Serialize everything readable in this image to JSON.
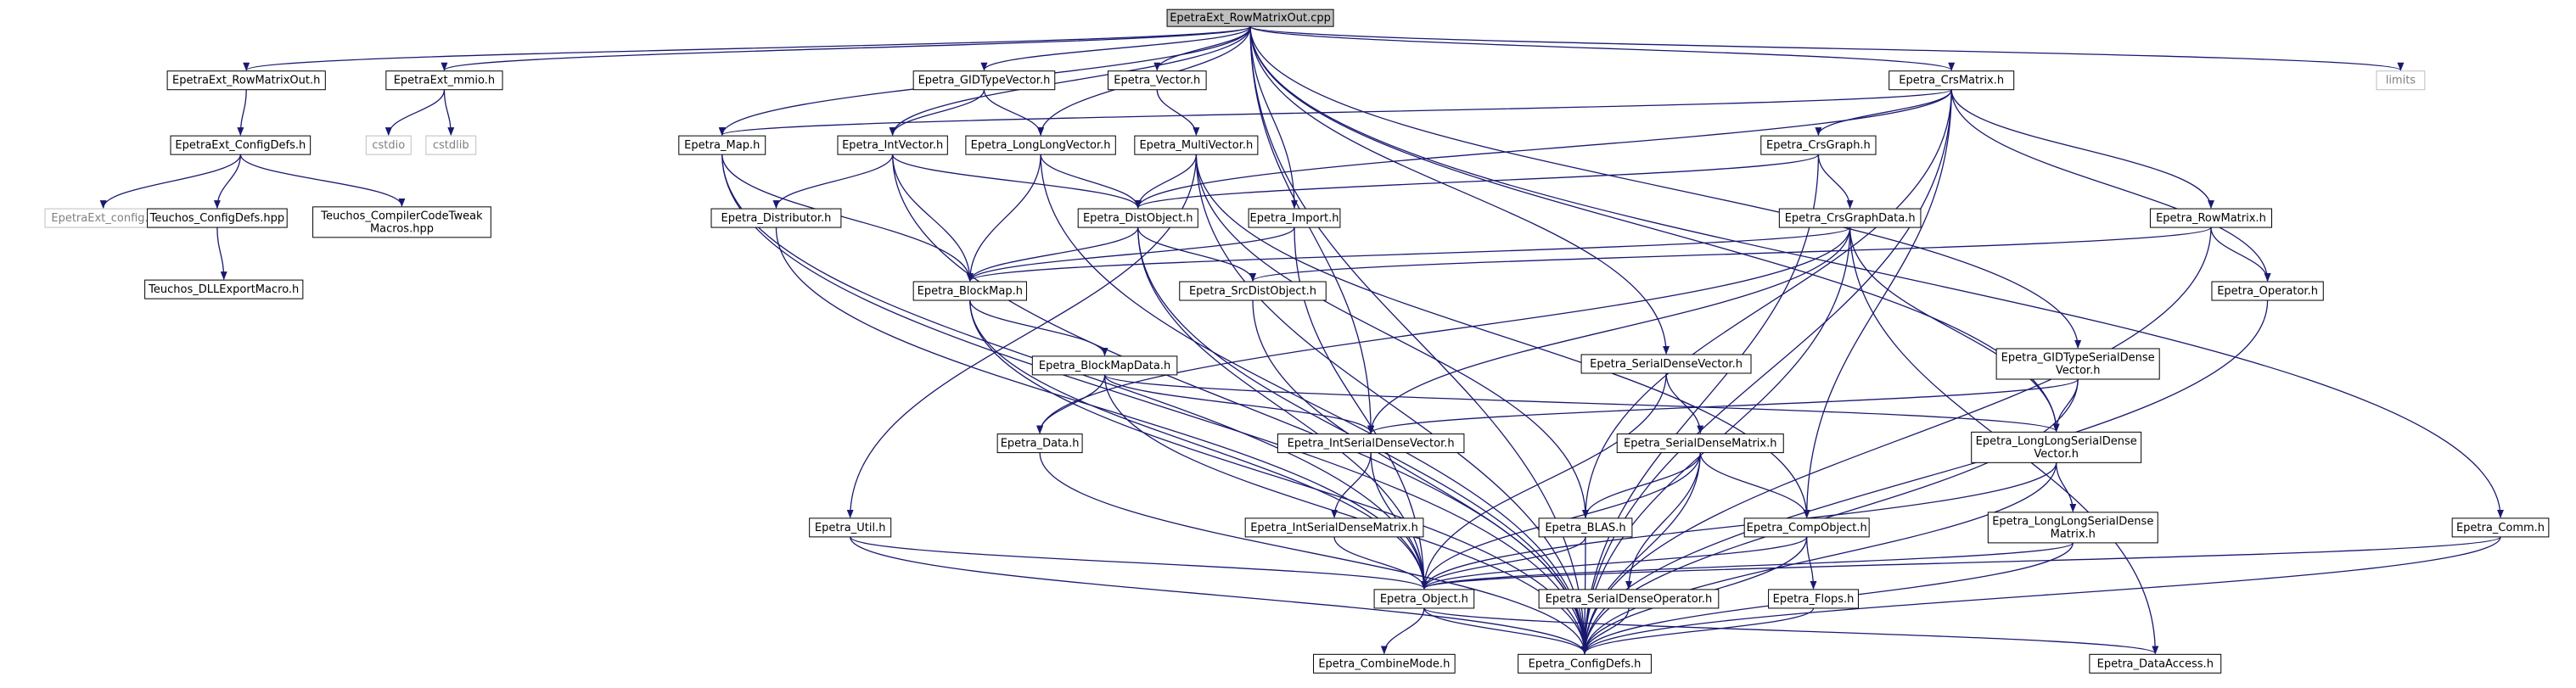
{
  "title": "EpetraExt_RowMatrixOut.cpp",
  "colors": {
    "root_fill": "#bfbfbf",
    "node_fill": "#ffffff",
    "node_border": "#000000",
    "ext_border": "#bfbfbf",
    "ext_text": "#7f7f7f",
    "edge": "#191970"
  },
  "nodes": [
    {
      "id": "root",
      "label": [
        "EpetraExt_RowMatrixOut.cpp"
      ],
      "kind": "root"
    },
    {
      "id": "rmo_h",
      "label": [
        "EpetraExt_RowMatrixOut.h"
      ],
      "kind": "file"
    },
    {
      "id": "mmio",
      "label": [
        "EpetraExt_mmio.h"
      ],
      "kind": "file"
    },
    {
      "id": "gidvec",
      "label": [
        "Epetra_GIDTypeVector.h"
      ],
      "kind": "file"
    },
    {
      "id": "vector",
      "label": [
        "Epetra_Vector.h"
      ],
      "kind": "file"
    },
    {
      "id": "crsmatrix",
      "label": [
        "Epetra_CrsMatrix.h"
      ],
      "kind": "file"
    },
    {
      "id": "limits",
      "label": [
        "limits"
      ],
      "kind": "external"
    },
    {
      "id": "cstdio",
      "label": [
        "cstdio"
      ],
      "kind": "external"
    },
    {
      "id": "cstdlib",
      "label": [
        "cstdlib"
      ],
      "kind": "external"
    },
    {
      "id": "eext_config",
      "label": [
        "EpetraExt_ConfigDefs.h"
      ],
      "kind": "file"
    },
    {
      "id": "map",
      "label": [
        "Epetra_Map.h"
      ],
      "kind": "file"
    },
    {
      "id": "intvec",
      "label": [
        "Epetra_IntVector.h"
      ],
      "kind": "file"
    },
    {
      "id": "llvec",
      "label": [
        "Epetra_LongLongVector.h"
      ],
      "kind": "file"
    },
    {
      "id": "multivec",
      "label": [
        "Epetra_MultiVector.h"
      ],
      "kind": "file"
    },
    {
      "id": "crsgraph",
      "label": [
        "Epetra_CrsGraph.h"
      ],
      "kind": "file"
    },
    {
      "id": "eext_configh",
      "label": [
        "EpetraExt_config.h"
      ],
      "kind": "external"
    },
    {
      "id": "teu_config",
      "label": [
        "Teuchos_ConfigDefs.hpp"
      ],
      "kind": "file"
    },
    {
      "id": "teu_cct",
      "label": [
        "Teuchos_CompilerCodeTweak",
        "Macros.hpp"
      ],
      "kind": "file"
    },
    {
      "id": "distributor",
      "label": [
        "Epetra_Distributor.h"
      ],
      "kind": "file"
    },
    {
      "id": "distobject",
      "label": [
        "Epetra_DistObject.h"
      ],
      "kind": "file"
    },
    {
      "id": "import",
      "label": [
        "Epetra_Import.h"
      ],
      "kind": "file"
    },
    {
      "id": "crsgraphdata",
      "label": [
        "Epetra_CrsGraphData.h"
      ],
      "kind": "file"
    },
    {
      "id": "rowmatrix",
      "label": [
        "Epetra_RowMatrix.h"
      ],
      "kind": "file"
    },
    {
      "id": "teu_dll",
      "label": [
        "Teuchos_DLLExportMacro.h"
      ],
      "kind": "file"
    },
    {
      "id": "blockmap",
      "label": [
        "Epetra_BlockMap.h"
      ],
      "kind": "file"
    },
    {
      "id": "srcdist",
      "label": [
        "Epetra_SrcDistObject.h"
      ],
      "kind": "file"
    },
    {
      "id": "operator",
      "label": [
        "Epetra_Operator.h"
      ],
      "kind": "file"
    },
    {
      "id": "sdvec",
      "label": [
        "Epetra_SerialDenseVector.h"
      ],
      "kind": "file"
    },
    {
      "id": "gidsdvec",
      "label": [
        "Epetra_GIDTypeSerialDense",
        "Vector.h"
      ],
      "kind": "file"
    },
    {
      "id": "bmapdata",
      "label": [
        "Epetra_BlockMapData.h"
      ],
      "kind": "file"
    },
    {
      "id": "data",
      "label": [
        "Epetra_Data.h"
      ],
      "kind": "file"
    },
    {
      "id": "intsdvec",
      "label": [
        "Epetra_IntSerialDenseVector.h"
      ],
      "kind": "file"
    },
    {
      "id": "sdmatrix",
      "label": [
        "Epetra_SerialDenseMatrix.h"
      ],
      "kind": "file"
    },
    {
      "id": "llsdvec",
      "label": [
        "Epetra_LongLongSerialDense",
        "Vector.h"
      ],
      "kind": "file"
    },
    {
      "id": "util",
      "label": [
        "Epetra_Util.h"
      ],
      "kind": "file"
    },
    {
      "id": "intsdmat",
      "label": [
        "Epetra_IntSerialDenseMatrix.h"
      ],
      "kind": "file"
    },
    {
      "id": "blas",
      "label": [
        "Epetra_BLAS.h"
      ],
      "kind": "file"
    },
    {
      "id": "compobject",
      "label": [
        "Epetra_CompObject.h"
      ],
      "kind": "file"
    },
    {
      "id": "llsdmat",
      "label": [
        "Epetra_LongLongSerialDense",
        "Matrix.h"
      ],
      "kind": "file"
    },
    {
      "id": "comm",
      "label": [
        "Epetra_Comm.h"
      ],
      "kind": "file"
    },
    {
      "id": "object",
      "label": [
        "Epetra_Object.h"
      ],
      "kind": "file"
    },
    {
      "id": "sdop",
      "label": [
        "Epetra_SerialDenseOperator.h"
      ],
      "kind": "file"
    },
    {
      "id": "flops",
      "label": [
        "Epetra_Flops.h"
      ],
      "kind": "file"
    },
    {
      "id": "combinemode",
      "label": [
        "Epetra_CombineMode.h"
      ],
      "kind": "file"
    },
    {
      "id": "configdefs",
      "label": [
        "Epetra_ConfigDefs.h"
      ],
      "kind": "file"
    },
    {
      "id": "dataaccess",
      "label": [
        "Epetra_DataAccess.h"
      ],
      "kind": "file"
    }
  ],
  "edges": [
    [
      "root",
      "rmo_h"
    ],
    [
      "root",
      "mmio"
    ],
    [
      "root",
      "gidvec"
    ],
    [
      "root",
      "vector"
    ],
    [
      "root",
      "crsmatrix"
    ],
    [
      "root",
      "limits"
    ],
    [
      "root",
      "map"
    ],
    [
      "root",
      "intvec"
    ],
    [
      "root",
      "llvec"
    ],
    [
      "root",
      "import"
    ],
    [
      "root",
      "intsdvec"
    ],
    [
      "root",
      "sdvec"
    ],
    [
      "root",
      "gidsdvec"
    ],
    [
      "root",
      "llsdvec"
    ],
    [
      "root",
      "comm"
    ],
    [
      "root",
      "configdefs"
    ],
    [
      "rmo_h",
      "eext_config"
    ],
    [
      "mmio",
      "cstdio"
    ],
    [
      "mmio",
      "cstdlib"
    ],
    [
      "eext_config",
      "eext_configh"
    ],
    [
      "eext_config",
      "teu_config"
    ],
    [
      "eext_config",
      "teu_cct"
    ],
    [
      "teu_config",
      "teu_dll"
    ],
    [
      "gidvec",
      "intvec"
    ],
    [
      "gidvec",
      "llvec"
    ],
    [
      "vector",
      "multivec"
    ],
    [
      "crsmatrix",
      "map"
    ],
    [
      "crsmatrix",
      "crsgraph"
    ],
    [
      "crsmatrix",
      "rowmatrix"
    ],
    [
      "crsmatrix",
      "operator"
    ],
    [
      "crsmatrix",
      "distobject"
    ],
    [
      "crsmatrix",
      "blas"
    ],
    [
      "crsmatrix",
      "compobject"
    ],
    [
      "crsmatrix",
      "configdefs"
    ],
    [
      "map",
      "blockmap"
    ],
    [
      "map",
      "object"
    ],
    [
      "map",
      "configdefs"
    ],
    [
      "intvec",
      "distobject"
    ],
    [
      "intvec",
      "blockmap"
    ],
    [
      "intvec",
      "distributor"
    ],
    [
      "intvec",
      "configdefs"
    ],
    [
      "llvec",
      "distobject"
    ],
    [
      "llvec",
      "blockmap"
    ],
    [
      "llvec",
      "configdefs"
    ],
    [
      "multivec",
      "distobject"
    ],
    [
      "multivec",
      "blas"
    ],
    [
      "multivec",
      "compobject"
    ],
    [
      "multivec",
      "util"
    ],
    [
      "multivec",
      "configdefs"
    ],
    [
      "crsgraph",
      "distobject"
    ],
    [
      "crsgraph",
      "crsgraphdata"
    ],
    [
      "crsgraph",
      "configdefs"
    ],
    [
      "distributor",
      "object"
    ],
    [
      "distobject",
      "blockmap"
    ],
    [
      "distobject",
      "srcdist"
    ],
    [
      "distobject",
      "object"
    ],
    [
      "distobject",
      "configdefs"
    ],
    [
      "import",
      "blockmap"
    ],
    [
      "import",
      "object"
    ],
    [
      "crsgraphdata",
      "blockmap"
    ],
    [
      "crsgraphdata",
      "data"
    ],
    [
      "crsgraphdata",
      "intsdvec"
    ],
    [
      "crsgraphdata",
      "llsdvec"
    ],
    [
      "crsgraphdata",
      "configdefs"
    ],
    [
      "crsgraphdata",
      "dataaccess"
    ],
    [
      "rowmatrix",
      "srcdist"
    ],
    [
      "rowmatrix",
      "operator"
    ],
    [
      "rowmatrix",
      "configdefs"
    ],
    [
      "blockmap",
      "bmapdata"
    ],
    [
      "blockmap",
      "object"
    ],
    [
      "blockmap",
      "configdefs"
    ],
    [
      "srcdist",
      "configdefs"
    ],
    [
      "operator",
      "configdefs"
    ],
    [
      "sdvec",
      "sdmatrix"
    ],
    [
      "sdvec",
      "object"
    ],
    [
      "gidsdvec",
      "intsdvec"
    ],
    [
      "gidsdvec",
      "llsdvec"
    ],
    [
      "gidsdvec",
      "configdefs"
    ],
    [
      "bmapdata",
      "data"
    ],
    [
      "bmapdata",
      "intsdvec"
    ],
    [
      "bmapdata",
      "llsdvec"
    ],
    [
      "bmapdata",
      "configdefs"
    ],
    [
      "data",
      "configdefs"
    ],
    [
      "intsdvec",
      "intsdmat"
    ],
    [
      "intsdvec",
      "object"
    ],
    [
      "sdmatrix",
      "blas"
    ],
    [
      "sdmatrix",
      "compobject"
    ],
    [
      "sdmatrix",
      "object"
    ],
    [
      "sdmatrix",
      "sdop"
    ],
    [
      "sdmatrix",
      "configdefs"
    ],
    [
      "llsdvec",
      "llsdmat"
    ],
    [
      "llsdvec",
      "object"
    ],
    [
      "llsdvec",
      "configdefs"
    ],
    [
      "util",
      "object"
    ],
    [
      "util",
      "configdefs"
    ],
    [
      "intsdmat",
      "object"
    ],
    [
      "blas",
      "object"
    ],
    [
      "blas",
      "configdefs"
    ],
    [
      "compobject",
      "object"
    ],
    [
      "compobject",
      "flops"
    ],
    [
      "compobject",
      "configdefs"
    ],
    [
      "llsdmat",
      "object"
    ],
    [
      "llsdmat",
      "configdefs"
    ],
    [
      "comm",
      "object"
    ],
    [
      "comm",
      "configdefs"
    ],
    [
      "object",
      "combinemode"
    ],
    [
      "object",
      "configdefs"
    ],
    [
      "object",
      "dataaccess"
    ],
    [
      "sdop",
      "configdefs"
    ],
    [
      "flops",
      "configdefs"
    ]
  ]
}
